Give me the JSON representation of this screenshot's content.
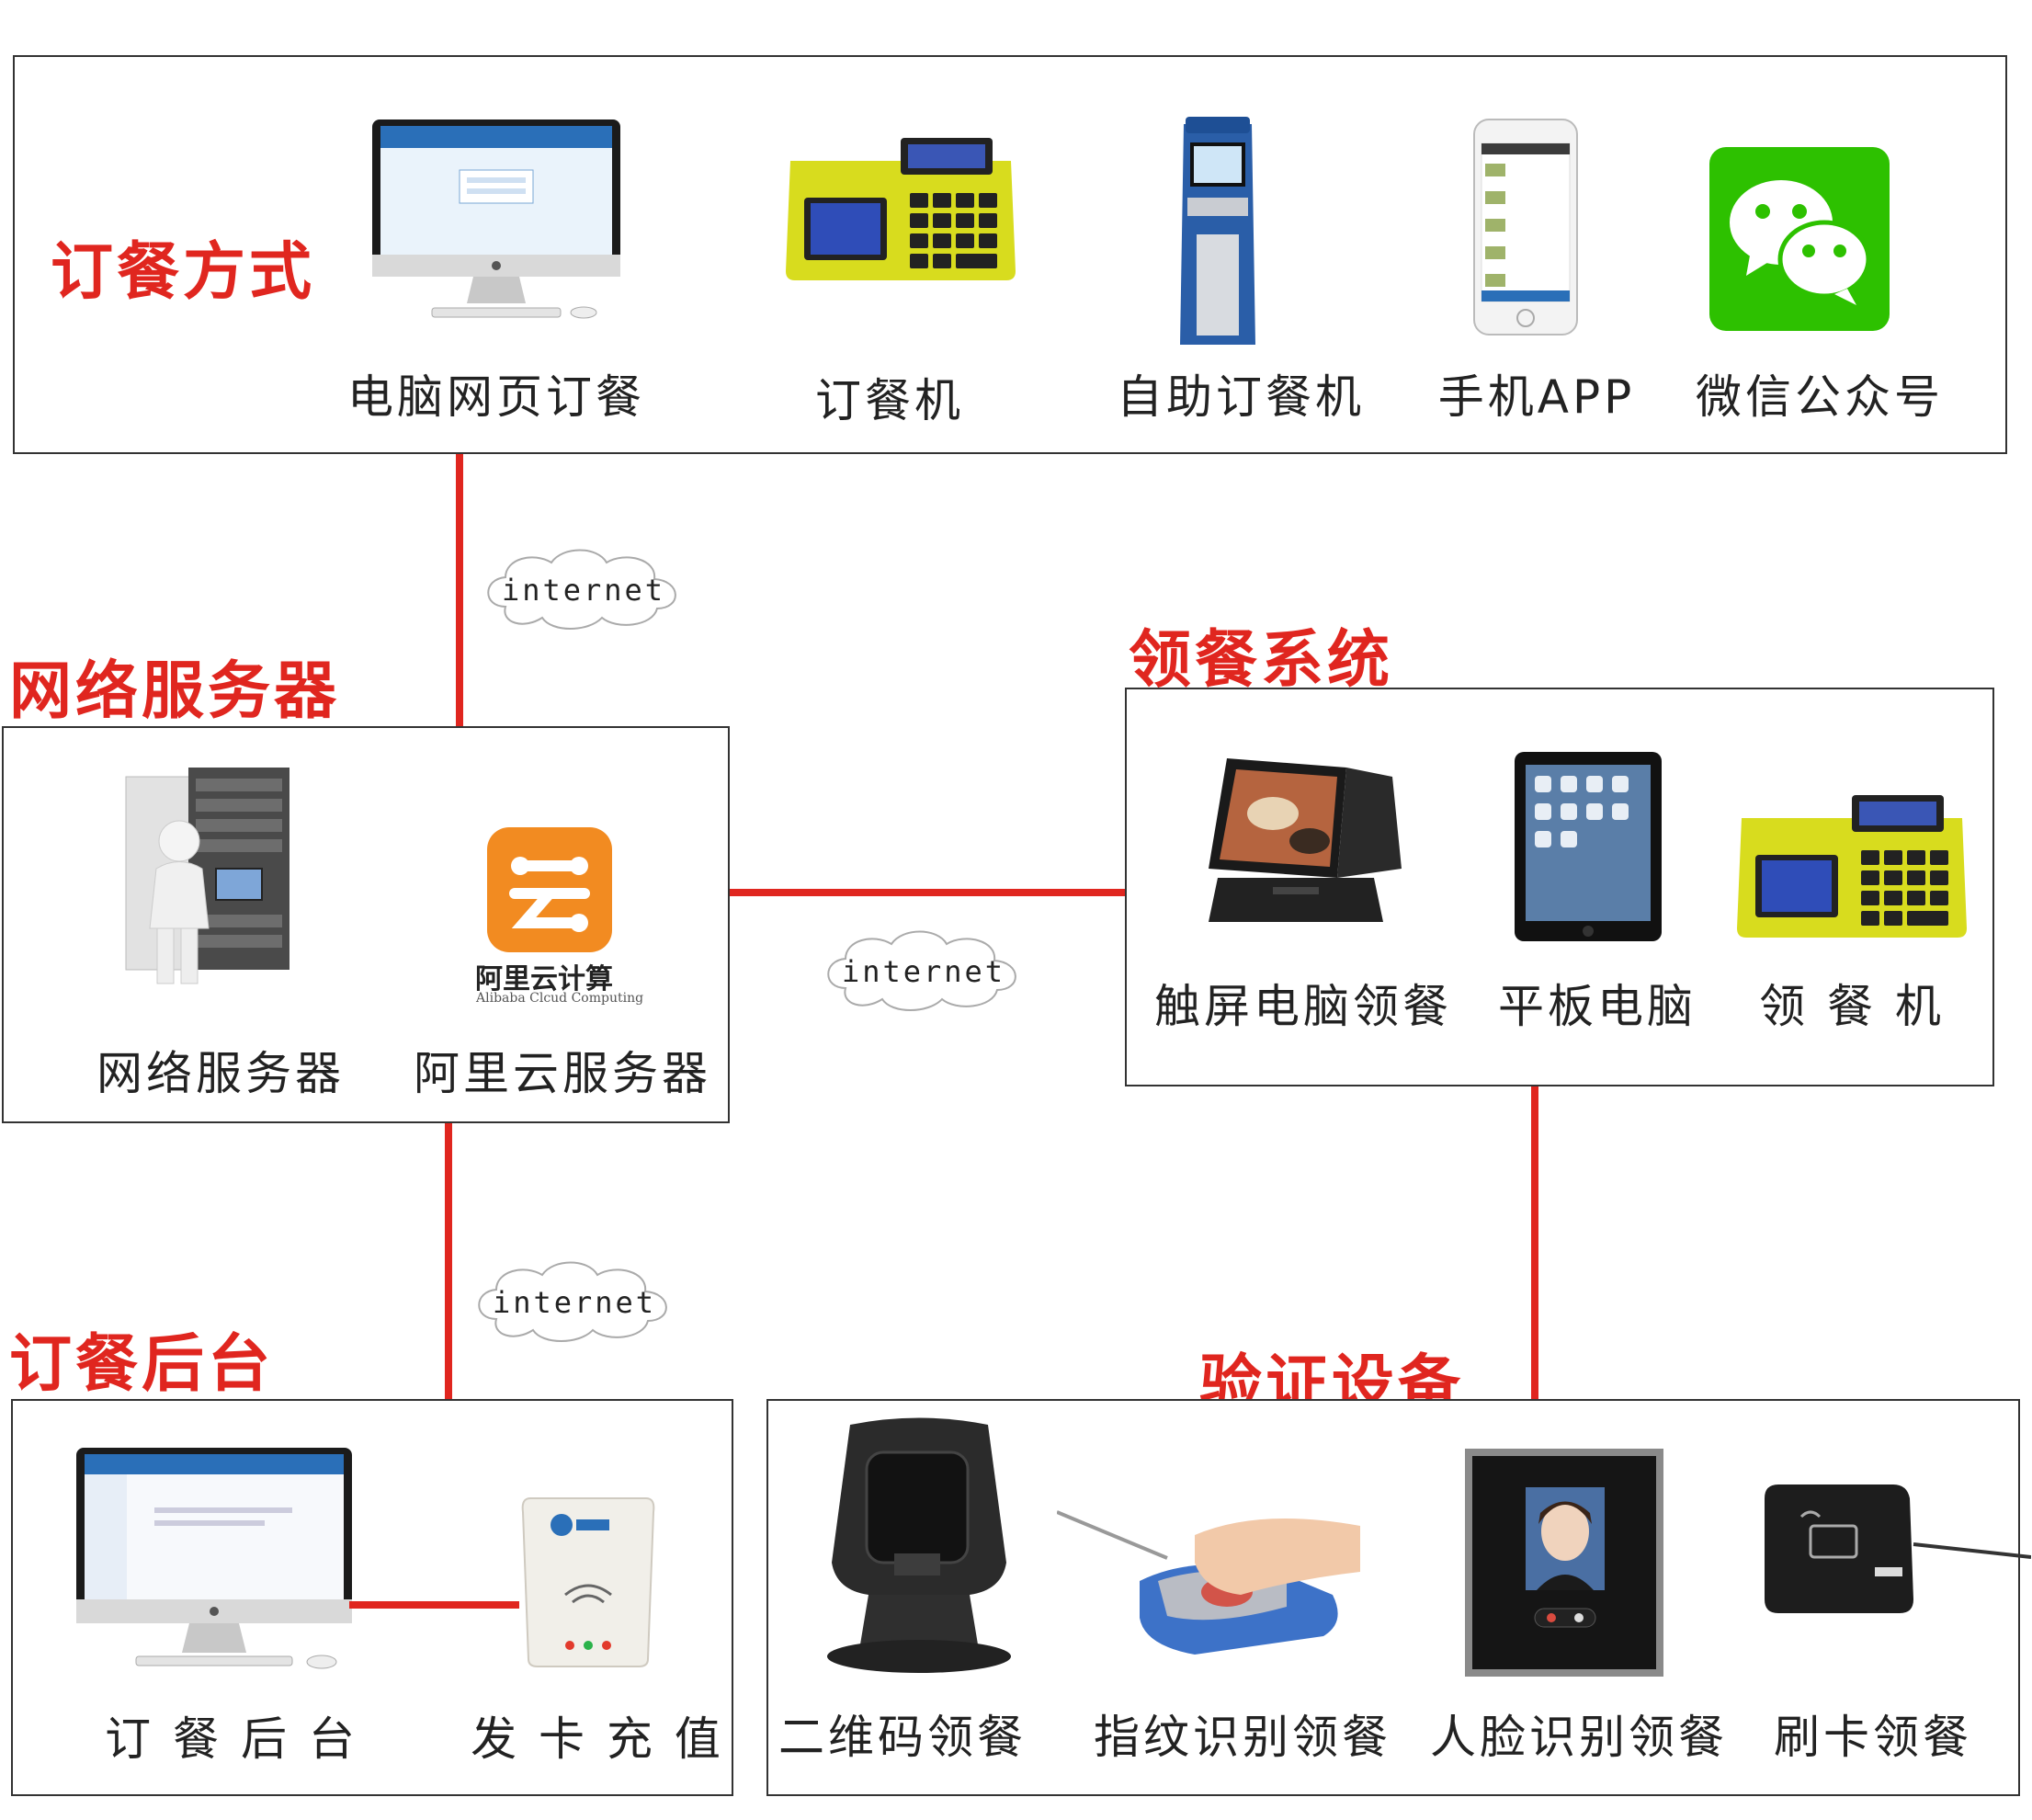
{
  "sections": {
    "ordering": {
      "title": "订餐方式"
    },
    "server": {
      "title": "网络服务器"
    },
    "pickup": {
      "title": "领餐系统"
    },
    "backend": {
      "title": "订餐后台"
    },
    "verify": {
      "title": "验证设备"
    }
  },
  "ordering_items": [
    "电脑网页订餐",
    "订餐机",
    "自助订餐机",
    "手机APP",
    "微信公众号"
  ],
  "server_items": [
    "网络服务器",
    "阿里云服务器"
  ],
  "pickup_items": [
    "触屏电脑领餐",
    "平板电脑",
    "领 餐 机"
  ],
  "backend_items": [
    "订 餐 后 台",
    "发 卡 充 值"
  ],
  "verify_items": [
    "二维码领餐",
    "指纹识别领餐",
    "人脸识别领餐",
    "刷卡领餐"
  ],
  "cloud_label": "internet",
  "aliyun_logo": {
    "name": "阿里云计算",
    "sub": "Alibaba Clcud Computing"
  },
  "colors": {
    "accent": "#e0261f",
    "border": "#333333",
    "wechat": "#2dc100",
    "aliyun": "#f28b21"
  }
}
